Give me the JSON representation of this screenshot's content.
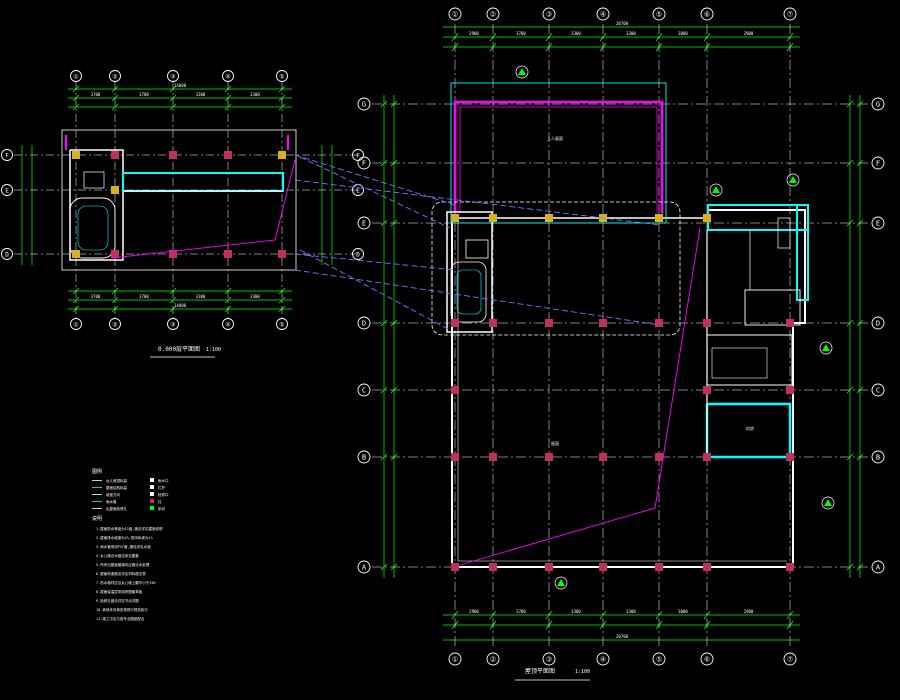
{
  "colors": {
    "background": "#000000",
    "grid_circle": "#ffffff",
    "dimension": "#00ff00",
    "wall": "#ffffff",
    "column": "#c0305a",
    "column_yellow": "#d9b020",
    "cyan": "#00ffff",
    "magenta": "#ff00ff",
    "dashed": "#6a7cff",
    "green_mark": "#00ff00"
  },
  "grid_labels": {
    "main_cols": [
      "①",
      "②",
      "③",
      "④",
      "⑤",
      "⑥",
      "⑦"
    ],
    "main_rows": [
      "G",
      "F",
      "E",
      "D",
      "C",
      "B",
      "A"
    ],
    "small_cols": [
      "①",
      "②",
      "③",
      "④",
      "⑤"
    ],
    "small_rows": [
      "F",
      "E",
      "D"
    ]
  },
  "dimensions": {
    "main_top": [
      "2900",
      "3700",
      "3300",
      "3300",
      "3000",
      "2900"
    ],
    "main_total": "20700",
    "small_top": [
      "3700",
      "3700",
      "3300",
      "3300"
    ],
    "small_total": "14000"
  },
  "titles": {
    "main_plan": "屋顶平面图",
    "main_scale": "1:100",
    "small_plan": "0.000层平面图",
    "small_scale": "1:100"
  },
  "legend": {
    "heading": "图例",
    "items": [
      "女儿墙顶标高",
      "屋面结构标高",
      "坡度方向",
      "雨水管",
      "出屋面检修孔"
    ],
    "notes_heading": "说明",
    "notes": [
      "1.屋面防水等级为II级,做法详见建施说明",
      "2.屋面排水坡度为2%,檐沟纵坡为1%",
      "3.雨水管采用PVC管,管径详见水施",
      "4.女儿墙泛水做法参见图集",
      "5.所有出屋面管道均应做泛水处理",
      "6.屋面构造做法详见材料做法表",
      "7.防水卷材应沿女儿墙上翻不小于250",
      "8.屋面保温层采用挤塑聚苯板",
      "9.检修孔做法详见节点详图",
      "10.其他未尽事宜按现行规范执行",
      "11.施工中应与各专业图纸配合"
    ]
  }
}
